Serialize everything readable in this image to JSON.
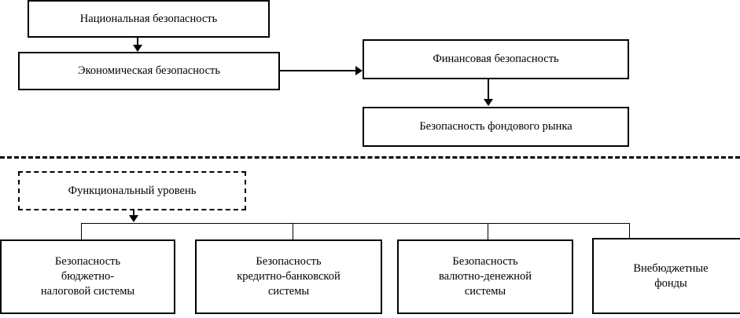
{
  "diagram": {
    "title_text": "",
    "colors": {
      "line": "#000000",
      "box_fill": "#ffffff",
      "text": "#000000"
    },
    "top_section": {
      "national_security": "Национальная безопасность",
      "economic_security": "Экономическая безопасность",
      "financial_security": "Финансовая безопасность",
      "stock_market_security": "Безопасность фондового рынка"
    },
    "divider": {
      "style": "dashed"
    },
    "bottom_section": {
      "functional_level": "Функциональный уровень",
      "leaves": [
        {
          "line1": "Безопасность",
          "line2": "бюджетно-",
          "line3": "налоговой системы"
        },
        {
          "line1": "Безопасность",
          "line2": "кредитно-банковской",
          "line3": "системы"
        },
        {
          "line1": "Безопасность",
          "line2": "валютно-денежной",
          "line3": "системы"
        },
        {
          "line1": "Внебюджетные",
          "line2": "фонды",
          "line3": ""
        }
      ]
    }
  }
}
